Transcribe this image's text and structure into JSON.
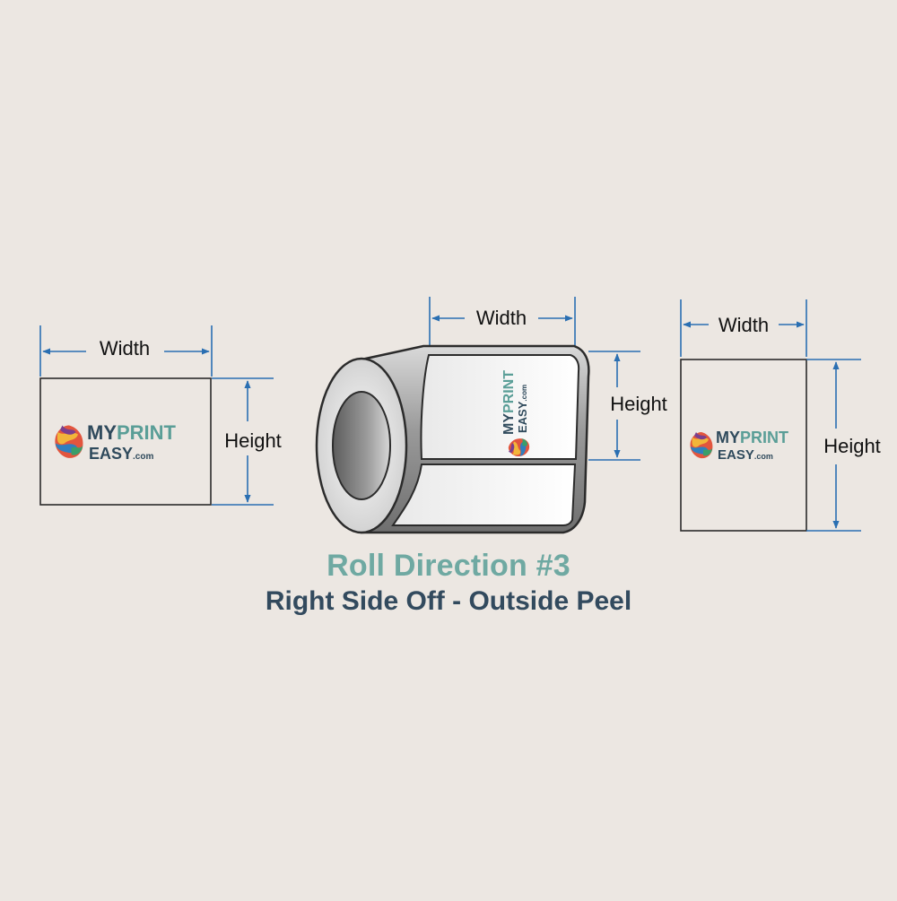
{
  "colors": {
    "background": "#ece7e2",
    "dimension_line": "#2a6fb2",
    "title": "#6fa9a2",
    "subtitle": "#324a5e",
    "logo_dark": "#2f4a5c",
    "logo_accent": "#5a9e97"
  },
  "labels": {
    "width": "Width",
    "height": "Height"
  },
  "logo": {
    "my": "MY",
    "print": "PRINT",
    "easy": "EASY",
    "com": ".com",
    "mark_icon": "swirl-logo-icon"
  },
  "titles": {
    "roll_direction": "Roll Direction #3",
    "direction_desc": "Right Side Off - Outside Peel"
  }
}
